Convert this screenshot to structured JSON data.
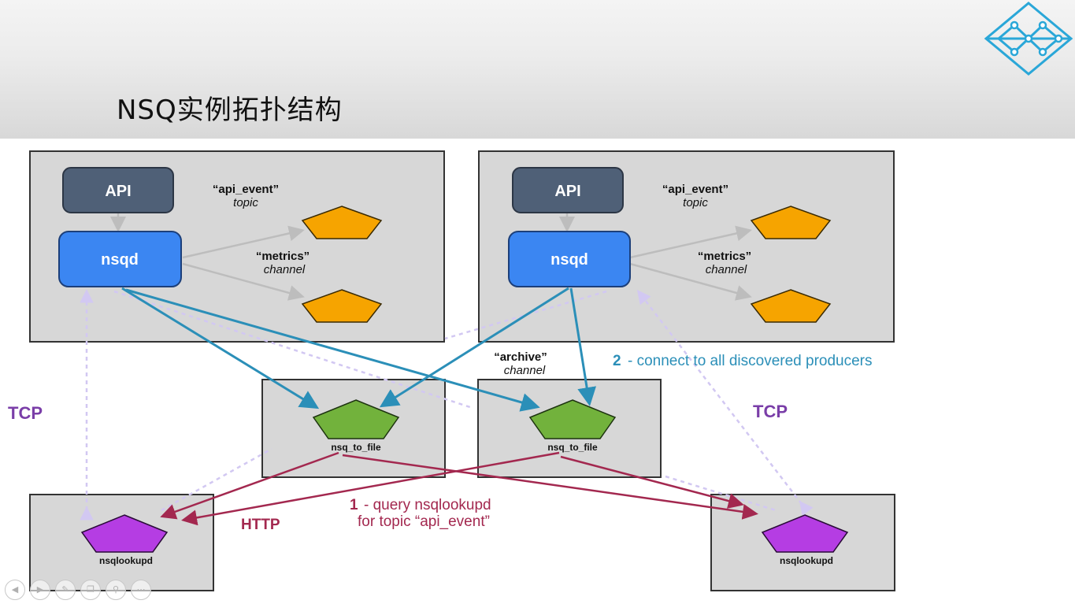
{
  "slide": {
    "title": "NSQ实例拓扑结构"
  },
  "diagram": {
    "hosts": [
      {
        "api_label": "API",
        "nsqd_label": "nsqd",
        "topic_name": "“api_event”",
        "topic_caption": "topic",
        "channel_name": "“metrics”",
        "channel_caption": "channel"
      },
      {
        "api_label": "API",
        "nsqd_label": "nsqd",
        "topic_name": "“api_event”",
        "topic_caption": "topic",
        "channel_name": "“metrics”",
        "channel_caption": "channel"
      }
    ],
    "archive_channel_name": "“archive”",
    "archive_channel_caption": "channel",
    "consumers": [
      "nsq_to_file",
      "nsq_to_file"
    ],
    "lookups": [
      "nsqlookupd",
      "nsqlookupd"
    ],
    "step2_number": "2",
    "step2_text": "- connect to all discovered producers",
    "step1_number": "1",
    "step1_text_line1": "- query nsqlookupd",
    "step1_text_line2": "for topic “api_event”",
    "tcp_left": "TCP",
    "tcp_right": "TCP",
    "http_label": "HTTP"
  },
  "colors": {
    "tcp_link": "#7a3ea8",
    "connect_arrow": "#2b8fb8",
    "query_arrow": "#a3284f",
    "nsqd_box": "#3b86f2",
    "api_box": "#4f6077",
    "pentagon_orange": "#f6a400",
    "pentagon_green": "#72b23c",
    "pentagon_purple": "#b53de3",
    "logo": "#2aa7d8"
  },
  "icons": [
    "logo-icon",
    "prev-icon",
    "next-icon",
    "pen-icon",
    "copy-icon",
    "zoom-icon",
    "more-icon"
  ]
}
